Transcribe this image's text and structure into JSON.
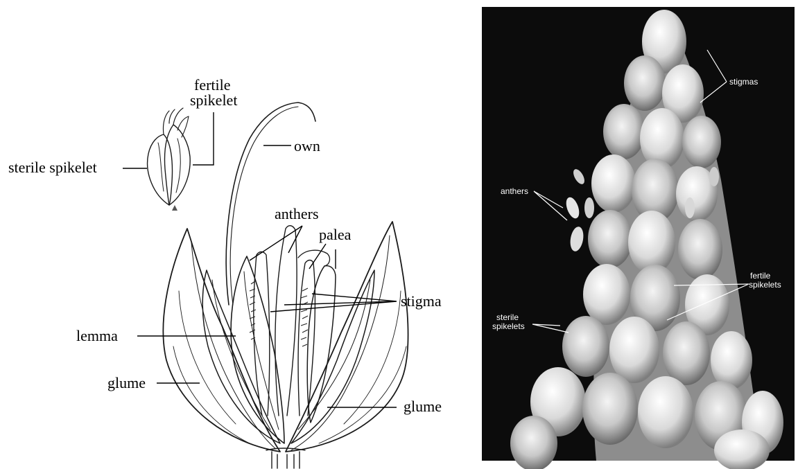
{
  "left_diagram": {
    "labels": {
      "fertile_spikelet_line1": "fertile",
      "fertile_spikelet_line2": "spikelet",
      "sterile_spikelet": "sterile spikelet",
      "own": "own",
      "anthers": "anthers",
      "palea": "palea",
      "stigma": "stigma",
      "lemma": "lemma",
      "glume_left": "glume",
      "glume_right": "glume"
    }
  },
  "right_photo": {
    "labels": {
      "stigmas": "stigmas",
      "anthers": "anthers",
      "fertile_spikelets_line1": "fertile",
      "fertile_spikelets_line2": "spikelets",
      "sterile_spikelets_line1": "sterile",
      "sterile_spikelets_line2": "spikelets"
    }
  }
}
